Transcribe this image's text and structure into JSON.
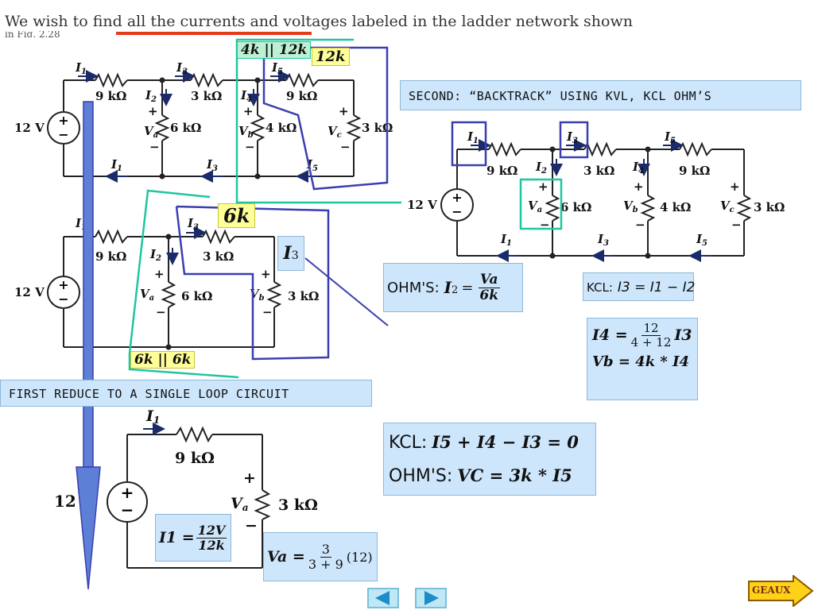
{
  "header": {
    "text": "We wish to find all the currents and voltages labeled in the ladder network shown",
    "fragment": "in Fig. 2.28"
  },
  "labels": {
    "src12V": "12 V",
    "r9k": "9 kΩ",
    "r3k": "3 kΩ",
    "r6k": "6 kΩ",
    "r4k": "4 kΩ",
    "plus": "+",
    "minus": "−",
    "I": "I",
    "V": "V",
    "s1": "1",
    "s2": "2",
    "s3": "3",
    "s4": "4",
    "s5": "5",
    "sa": "a",
    "sb": "b",
    "sc": "c"
  },
  "callouts": {
    "par_4k_12k": "4k || 12k",
    "r12k": "12k",
    "r6k_big": "6k",
    "I3": "I",
    "I3_sub": "3",
    "par_6k_6k": "6k || 6k"
  },
  "notes": {
    "second": "SECOND: “BACKTRACK” USING KVL, KCL OHM’S",
    "first": "FIRST REDUCE TO A SINGLE LOOP CIRCUIT"
  },
  "equations": {
    "ohm_prefix": "OHM'S:",
    "kcl_prefix": "KCL:",
    "i2_lhs": "I",
    "i2_sub": "2",
    "i2_num": "Va",
    "i2_den": "6k",
    "kcl_small": "I3 = I1 − I2",
    "i4_lhs": "I4 =",
    "i4_num": "12",
    "i4_den": "4 + 12",
    "i4_rhs": "I3",
    "vb": "Vb = 4k * I4",
    "kcl_big": "I5 + I4 − I3 = 0",
    "vc": "VC = 3k * I5",
    "i1_lhs": "I1 =",
    "i1_num": "12V",
    "i1_den": "12k",
    "va_lhs": "Va =",
    "va_num": "3",
    "va_den": "3 + 9",
    "va_rhs": "(12)"
  },
  "nav": {
    "prev": "previous-slide",
    "next": "next-slide",
    "geaux": "GEAUX"
  },
  "colors": {
    "blue_outline": "#3a3fb0",
    "green_outline": "#1fc6a0",
    "highlight_red": "#e53a17",
    "note_bg": "#cde6fb",
    "yellow_bg": "#ffff99"
  }
}
